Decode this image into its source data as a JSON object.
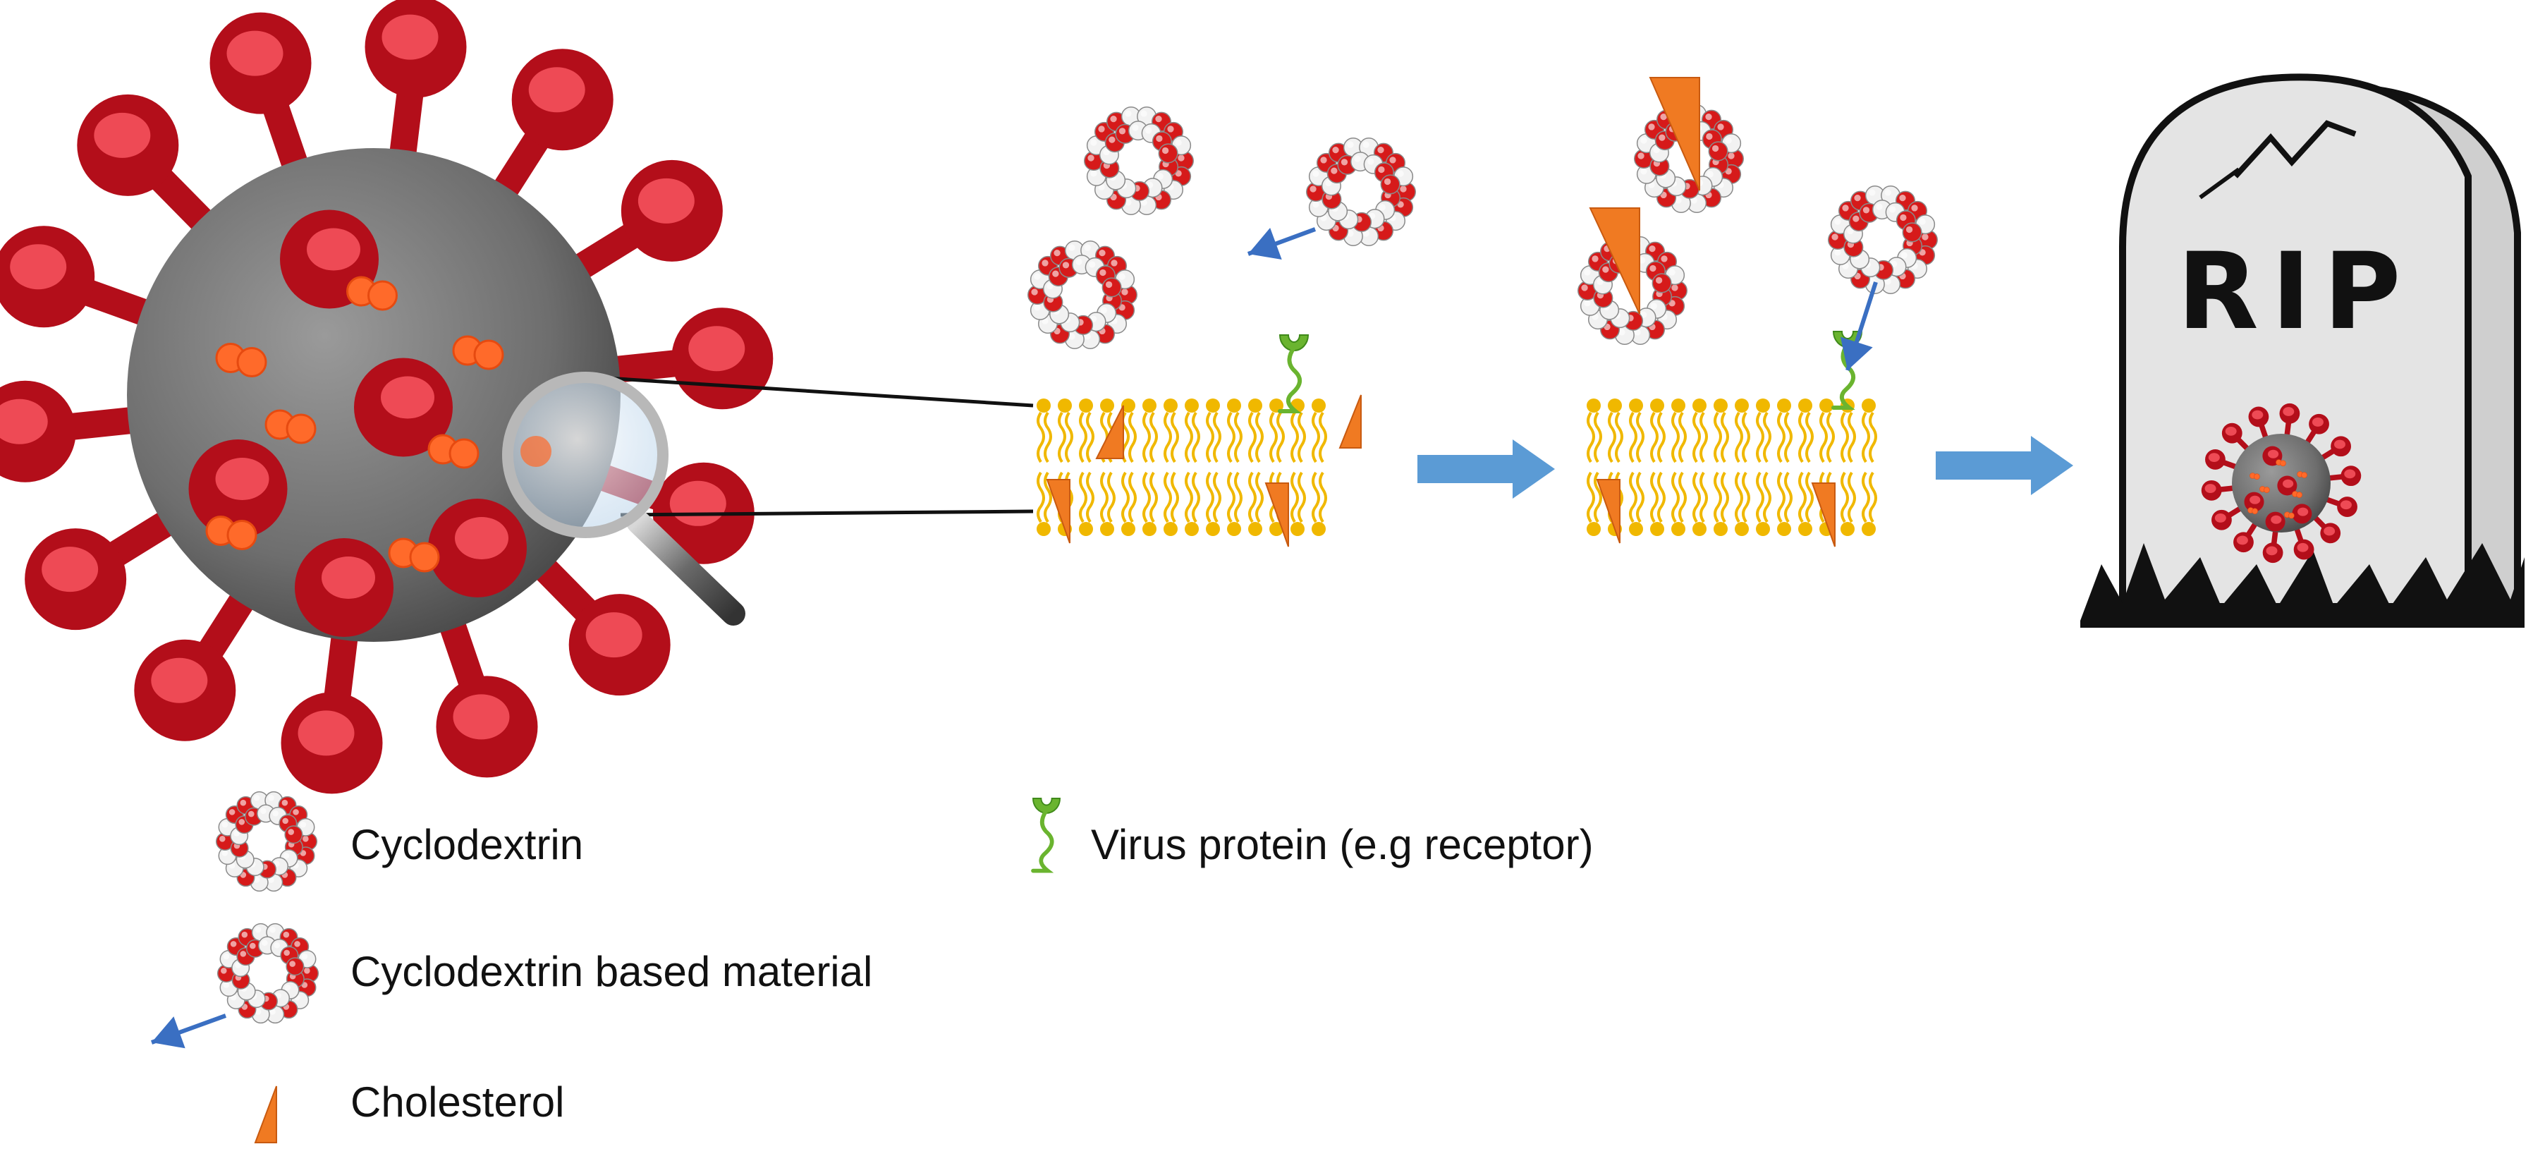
{
  "tombstone": {
    "text": "RIP"
  },
  "legend": {
    "cyclodextrin": "Cyclodextrin",
    "cyclodextrin_material": "Cyclodextrin based material",
    "cholesterol": "Cholesterol",
    "virus_protein": "Virus protein (e.g receptor)"
  },
  "colors": {
    "spike_red": "#b30e1a",
    "spike_light": "#ee4a55",
    "virus_gray": "#6e6e6e",
    "cholesterol_orange": "#f07a22",
    "lipid_yellow": "#f0b800",
    "arrow_blue": "#5b9bd5",
    "protein_green": "#6ab42f",
    "stone_gray": "#e4e4e4"
  }
}
